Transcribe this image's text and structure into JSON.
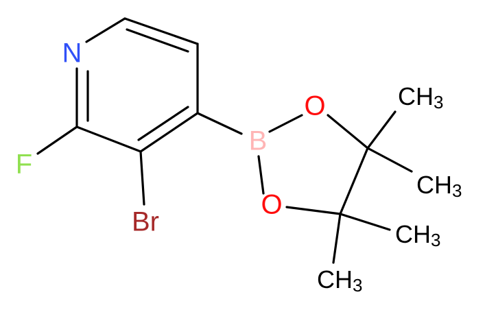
{
  "molecule": {
    "atoms": {
      "n": {
        "label": "N",
        "color": "#3050F8"
      },
      "f": {
        "label": "F",
        "color": "#90E050"
      },
      "br": {
        "label": "Br",
        "color": "#A62929"
      },
      "b": {
        "label": "B",
        "color": "#FFB5B5"
      },
      "o1": {
        "label": "O",
        "color": "#FF0D0D"
      },
      "o2": {
        "label": "O",
        "color": "#FF0D0D"
      }
    },
    "methyls": [
      {
        "main": "CH",
        "sub": "3"
      },
      {
        "main": "CH",
        "sub": "3"
      },
      {
        "main": "CH",
        "sub": "3"
      },
      {
        "main": "CH",
        "sub": "3"
      }
    ],
    "bond_color": "#000000"
  }
}
